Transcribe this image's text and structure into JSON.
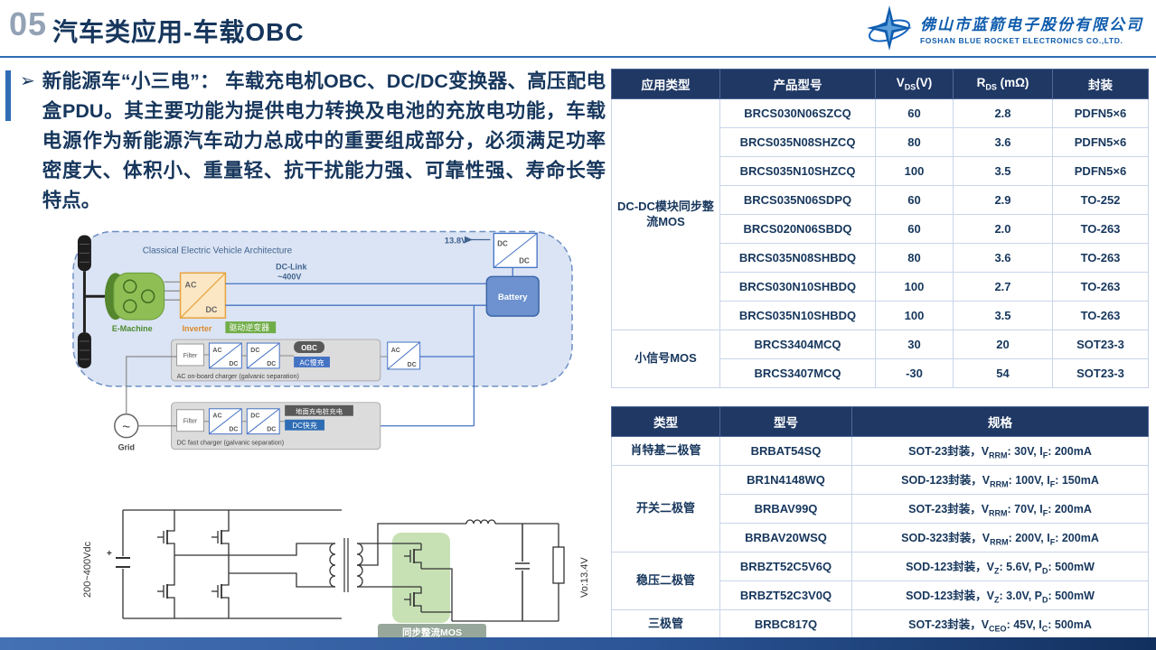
{
  "colors": {
    "accent_navy": "#1f3864",
    "brand_blue": "#0f5cad",
    "rule_blue": "#2e6db4",
    "table_border": "#c9d5ea",
    "highlight_green": "#8fc36b"
  },
  "header": {
    "page_number": "05",
    "title": "汽车类应用-车载OBC",
    "company_name_cn": "佛山市蓝箭电子股份有限公司",
    "company_name_en": "FOSHAN BLUE ROCKET ELECTRONICS CO.,LTD."
  },
  "intro": {
    "bullet": "➢",
    "text": "新能源车“小三电”： 车载充电机OBC、DC/DC变换器、高压配电盒PDU。其主要功能为提供电力转换及电池的充放电功能，车载电源作为新能源汽车动力总成中的重要组成部分，必须满足功率密度大、体积小、重量轻、抗干扰能力强、可靠性强、寿命长等特点。"
  },
  "diagram": {
    "title": "Classical Electric Vehicle Architecture",
    "dc_link_line1": "DC-Link",
    "dc_link_line2": "~400V",
    "voltage_13_8": "13.8V",
    "e_machine": "E-Machine",
    "inverter": "Inverter",
    "drive_inverter": "驱动逆变器",
    "battery": "Battery",
    "obc_badge": "OBC",
    "ac_slow_badge": "AC慢充",
    "ground_station_badge": "地面充电桩充电",
    "dc_fast_badge": "DC快充",
    "filter": "Filter",
    "obc_caption": "AC on-board charger (galvanic separation)",
    "fast_caption": "DC fast charger (galvanic separation)",
    "grid": "Grid",
    "grid_symbol": "~",
    "ac": "AC",
    "dc": "DC"
  },
  "circuit": {
    "input_voltage": "200~400Vdc",
    "output_voltage": "Vo:13.4V",
    "caption": "同步整流MOS"
  },
  "mos_table": {
    "headers": {
      "col0": "应用类型",
      "col1": "产品型号",
      "col2": {
        "sym": "V",
        "sub": "DS",
        "rest": "(V)"
      },
      "col3": {
        "sym": "R",
        "sub": "DS",
        "rest": " (mΩ)"
      },
      "col4": "封装"
    },
    "groups": [
      {
        "type": "DC-DC模块同步整流MOS",
        "rows": [
          {
            "part": "BRCS030N06SZCQ",
            "vds": "60",
            "rds": "2.8",
            "pkg": "PDFN5×6"
          },
          {
            "part": "BRCS035N08SHZCQ",
            "vds": "80",
            "rds": "3.6",
            "pkg": "PDFN5×6"
          },
          {
            "part": "BRCS035N10SHZCQ",
            "vds": "100",
            "rds": "3.5",
            "pkg": "PDFN5×6"
          },
          {
            "part": "BRCS035N06SDPQ",
            "vds": "60",
            "rds": "2.9",
            "pkg": "TO-252"
          },
          {
            "part": "BRCS020N06SBDQ",
            "vds": "60",
            "rds": "2.0",
            "pkg": "TO-263"
          },
          {
            "part": "BRCS035N08SHBDQ",
            "vds": "80",
            "rds": "3.6",
            "pkg": "TO-263"
          },
          {
            "part": "BRCS030N10SHBDQ",
            "vds": "100",
            "rds": "2.7",
            "pkg": "TO-263"
          },
          {
            "part": "BRCS035N10SHBDQ",
            "vds": "100",
            "rds": "3.5",
            "pkg": "TO-263"
          }
        ]
      },
      {
        "type": "小信号MOS",
        "rows": [
          {
            "part": "BRCS3404MCQ",
            "vds": "30",
            "rds": "20",
            "pkg": "SOT23-3"
          },
          {
            "part": "BRCS3407MCQ",
            "vds": "-30",
            "rds": "54",
            "pkg": "SOT23-3"
          }
        ]
      }
    ]
  },
  "diode_table": {
    "headers": {
      "col0": "类型",
      "col1": "型号",
      "col2": "规格"
    },
    "groups": [
      {
        "type": "肖特基二极管",
        "rows": [
          {
            "model": "BRBAT54SQ",
            "spec": {
              "pkg": "SOT-23封装，",
              "sym1": "V",
              "sub1": "RRM",
              "val1": ": 30V, ",
              "sym2": "I",
              "sub2": "F",
              "val2": ": 200mA"
            }
          }
        ]
      },
      {
        "type": "开关二极管",
        "rows": [
          {
            "model": "BR1N4148WQ",
            "spec": {
              "pkg": "SOD-123封装，",
              "sym1": "V",
              "sub1": "RRM",
              "val1": ": 100V, ",
              "sym2": "I",
              "sub2": "F",
              "val2": ": 150mA"
            }
          },
          {
            "model": "BRBAV99Q",
            "spec": {
              "pkg": "SOT-23封装，",
              "sym1": "V",
              "sub1": "RRM",
              "val1": ": 70V, ",
              "sym2": "I",
              "sub2": "F",
              "val2": ": 200mA"
            }
          },
          {
            "model": "BRBAV20WSQ",
            "spec": {
              "pkg": "SOD-323封装，",
              "sym1": "V",
              "sub1": "RRM",
              "val1": ": 200V, ",
              "sym2": "I",
              "sub2": "F",
              "val2": ": 200mA"
            }
          }
        ]
      },
      {
        "type": "稳压二极管",
        "rows": [
          {
            "model": "BRBZT52C5V6Q",
            "spec": {
              "pkg": "SOD-123封装，",
              "sym1": "V",
              "sub1": "Z",
              "val1": ": 5.6V, ",
              "sym2": "P",
              "sub2": "D",
              "val2": ": 500mW"
            }
          },
          {
            "model": "BRBZT52C3V0Q",
            "spec": {
              "pkg": "SOD-123封装，",
              "sym1": "V",
              "sub1": "Z",
              "val1": ": 3.0V, ",
              "sym2": "P",
              "sub2": "D",
              "val2": ": 500mW"
            }
          }
        ]
      },
      {
        "type": "三极管",
        "rows": [
          {
            "model": "BRBC817Q",
            "spec": {
              "pkg": "SOT-23封装，",
              "sym1": "V",
              "sub1": "CEO",
              "val1": ": 45V, ",
              "sym2": "I",
              "sub2": "C",
              "val2": ": 500mA"
            }
          }
        ]
      }
    ]
  }
}
